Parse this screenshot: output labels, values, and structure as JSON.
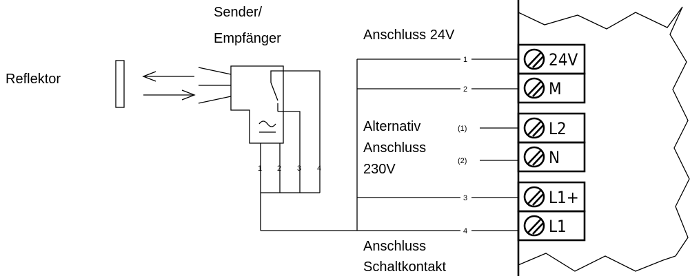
{
  "labels": {
    "reflector": "Reflektor",
    "sender_line1": "Sender/",
    "sender_line2": "Empfänger",
    "conn_24v": "Anschluss 24V",
    "alt_line1": "Alternativ",
    "alt_line2": "Anschluss",
    "alt_line3": "230V",
    "switch_line1": "Anschluss",
    "switch_line2": "Schaltkontakt",
    "ac_symbol": "~"
  },
  "sensor_pins": [
    "1",
    "2",
    "3",
    "4"
  ],
  "wires": [
    {
      "number": "1",
      "terminal": "24V"
    },
    {
      "number": "2",
      "terminal": "M"
    },
    {
      "number": "(1)",
      "terminal": "L2"
    },
    {
      "number": "(2)",
      "terminal": "N"
    },
    {
      "number": "3",
      "terminal": "L1+"
    },
    {
      "number": "4",
      "terminal": "L1"
    }
  ]
}
